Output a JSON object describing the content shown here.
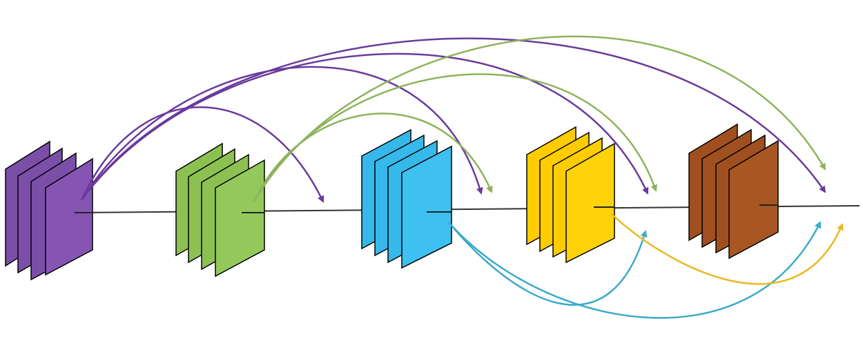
{
  "diagram": {
    "type": "dense-block-connectivity",
    "blocks": [
      {
        "name": "block-1",
        "color": "#7B4FA8",
        "edge": "#000000"
      },
      {
        "name": "block-2",
        "color": "#8CC152",
        "edge": "#000000"
      },
      {
        "name": "block-3",
        "color": "#35B9EA",
        "edge": "#000000"
      },
      {
        "name": "block-4",
        "color": "#FFCC00",
        "edge": "#000000"
      },
      {
        "name": "block-5",
        "color": "#A0501E",
        "edge": "#000000"
      }
    ],
    "sheets_per_block": 4,
    "arrow_colors": {
      "from_block_1": "#6A3A9C",
      "from_block_2": "#8DB35A",
      "from_block_3": "#3AAAC9",
      "from_block_4": "#E8B920"
    },
    "connections": [
      {
        "from": 1,
        "to": 3
      },
      {
        "from": 1,
        "to": 4
      },
      {
        "from": 1,
        "to": 5
      },
      {
        "from": 1,
        "to": "out"
      },
      {
        "from": 2,
        "to": 4
      },
      {
        "from": 2,
        "to": 5
      },
      {
        "from": 2,
        "to": "out"
      },
      {
        "from": 3,
        "to": 5
      },
      {
        "from": 3,
        "to": "out"
      },
      {
        "from": 4,
        "to": "out"
      }
    ]
  }
}
